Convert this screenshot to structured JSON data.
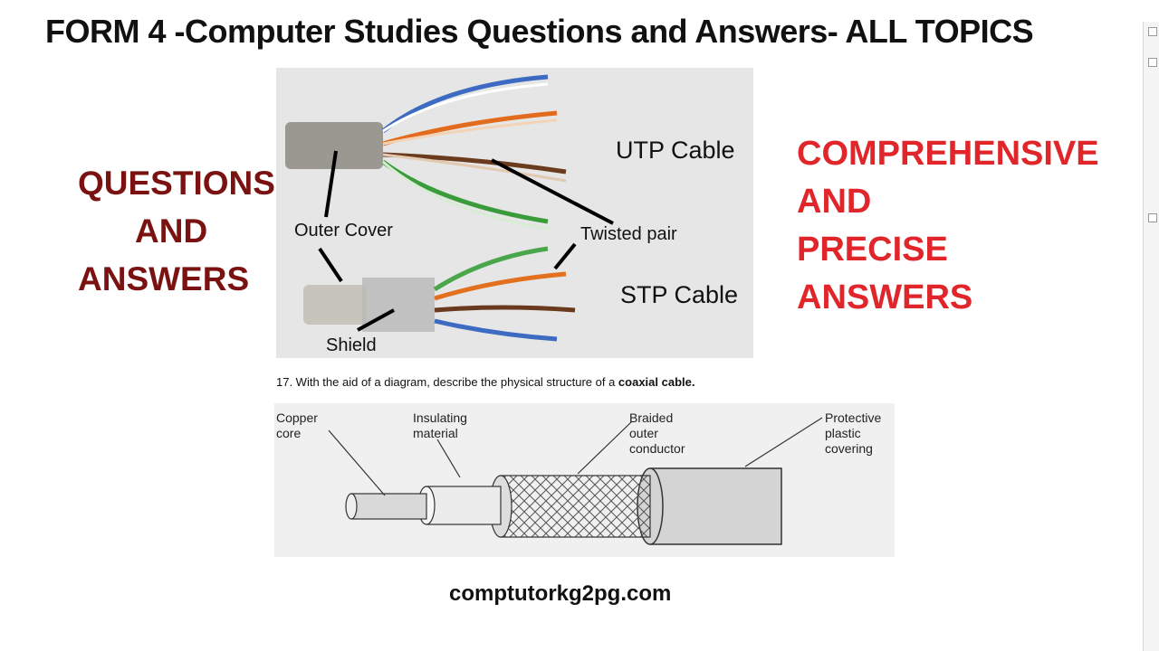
{
  "title": "FORM 4 -Computer Studies Questions and Answers- ALL TOPICS",
  "left_block": [
    "QUESTIONS",
    "AND",
    "ANSWERS"
  ],
  "right_block": [
    "COMPREHENSIVE",
    "AND",
    "PRECISE",
    "ANSWERS"
  ],
  "photo": {
    "utp_label": "UTP Cable",
    "stp_label": "STP Cable",
    "outer_cover_label": "Outer Cover",
    "twisted_pair_label": "Twisted pair",
    "shield_label": "Shield"
  },
  "question": {
    "text": "17. With the aid of a diagram, describe the physical structure of a ",
    "emphasis": "coaxial cable."
  },
  "coax_diagram": {
    "copper_core": "Copper\ncore",
    "insulating": "Insulating\nmaterial",
    "braided": "Braided\nouter\nconductor",
    "protective": "Protective\nplastic\ncovering"
  },
  "footer": "comptutorkg2pg.com",
  "colors": {
    "left_text": "#7b1212",
    "right_text": "#e0262a"
  }
}
